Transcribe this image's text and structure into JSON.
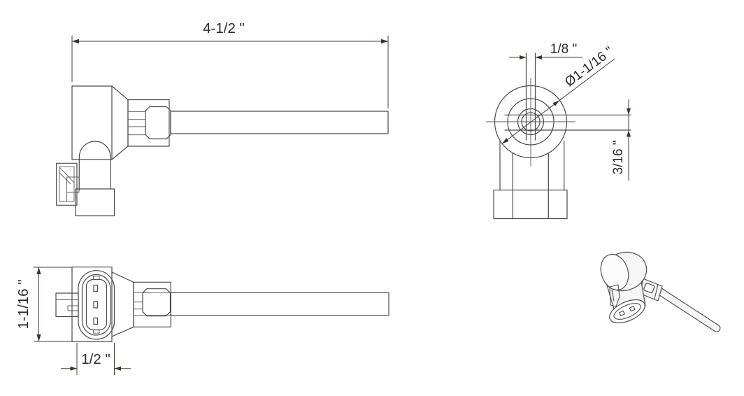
{
  "page": {
    "background": "#ffffff",
    "stroke_color": "#4a4a4a",
    "dim_line_color": "#4a3c38",
    "text_color": "#2b2b2b"
  },
  "drawing": {
    "type": "technical-orthographic-drawing",
    "part": "right-angle temperature sensor with probe and 3-pin oval connector",
    "dims": {
      "overall_length": "4-1/2 \"",
      "probe_width": "1/8 \"",
      "head_diameter": "Ø1-1/16 \"",
      "probe_thickness": "3/16 \"",
      "connector_height": "1-1/16 \"",
      "connector_width": "1/2 \""
    }
  }
}
